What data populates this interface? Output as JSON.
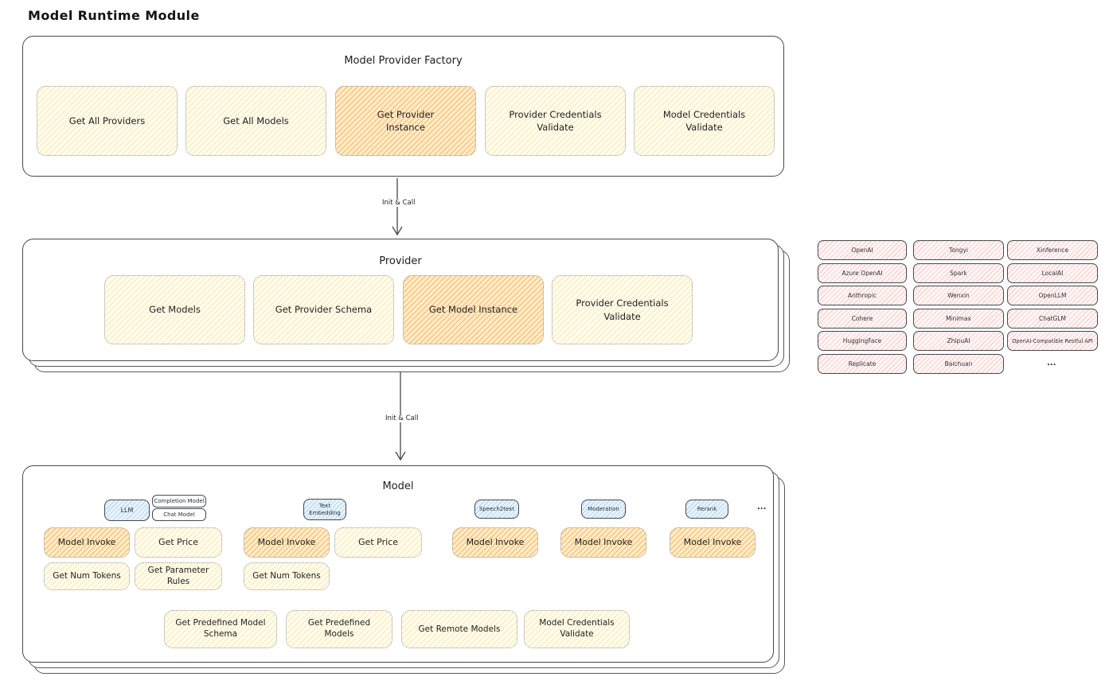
{
  "title": "Model Runtime Module",
  "colors": {
    "method_fill": "#fff9e0",
    "method_highlight": "#ffd591",
    "provider_chip_fill": "#ffe9e9",
    "type_tag_fill": "#d9ecfa",
    "outline": "#46494d"
  },
  "arrows": {
    "factory_to_provider": "Init & Call",
    "provider_to_model": "Init & Call"
  },
  "factory": {
    "title": "Model Provider Factory",
    "methods": [
      {
        "label": "Get All Providers"
      },
      {
        "label": "Get All Models"
      },
      {
        "label": "Get Provider\nInstance"
      },
      {
        "label": "Provider Credentials\nValidate"
      },
      {
        "label": "Model Credentials\nValidate"
      }
    ]
  },
  "provider": {
    "title": "Provider",
    "methods": [
      {
        "label": "Get Models"
      },
      {
        "label": "Get Provider Schema"
      },
      {
        "label": "Get Model Instance"
      },
      {
        "label": "Provider Credentials\nValidate"
      }
    ]
  },
  "providers_grid": {
    "rows": [
      [
        "OpenAI",
        "Tongyi",
        "Xinference"
      ],
      [
        "Azure OpenAI",
        "Spark",
        "LocalAI"
      ],
      [
        "Anthropic",
        "Wenxin",
        "OpenLLM"
      ],
      [
        "Cohere",
        "Minimax",
        "ChatGLM"
      ],
      [
        "HuggingFace",
        "ZhipuAI",
        "OpenAI-Compatible Restful API"
      ],
      [
        "Replicate",
        "Baichuan",
        "..."
      ]
    ]
  },
  "model": {
    "title": "Model",
    "tags": {
      "llm": "LLM",
      "completion": "Completion Model",
      "chat": "Chat Model",
      "text_embedding": "Text\nEmbedding",
      "speech2text": "Speech2text",
      "moderation": "Moderation",
      "rerank": "Rerank",
      "more": "..."
    },
    "row1": [
      {
        "label": "Model Invoke"
      },
      {
        "label": "Get Price"
      },
      {
        "label": "Model Invoke"
      },
      {
        "label": "Get Price"
      },
      {
        "label": "Model Invoke"
      },
      {
        "label": "Model Invoke"
      },
      {
        "label": "Model Invoke"
      }
    ],
    "row2": [
      {
        "label": "Get Num Tokens"
      },
      {
        "label": "Get Parameter\nRules"
      },
      {
        "label": "Get Num Tokens"
      }
    ],
    "row3": [
      {
        "label": "Get Predefined Model\nSchema"
      },
      {
        "label": "Get Predefined\nModels"
      },
      {
        "label": "Get Remote Models"
      },
      {
        "label": "Model Credentials\nValidate"
      }
    ]
  }
}
